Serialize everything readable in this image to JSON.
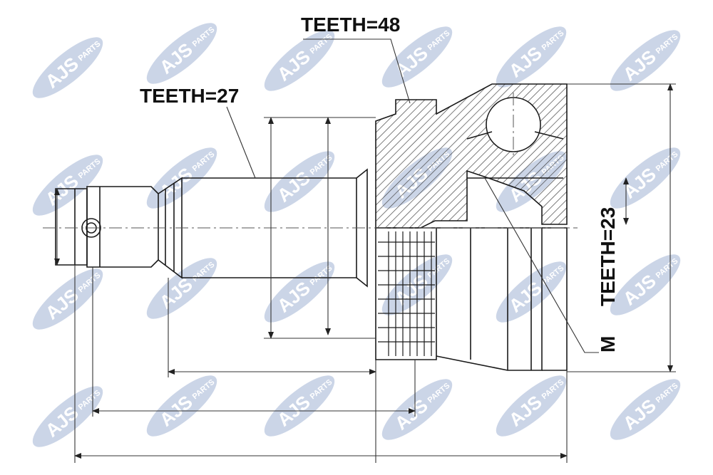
{
  "labels": {
    "outer_teeth": "TEETH=48",
    "shaft_teeth": "TEETH=27",
    "inner_teeth": "TEETH=23",
    "thread": "M"
  },
  "watermark": {
    "brand": "AJS",
    "suffix": "PARTS",
    "color": "#c9d3e6"
  },
  "colors": {
    "line": "#1a1a1a",
    "dim": "#333333"
  }
}
